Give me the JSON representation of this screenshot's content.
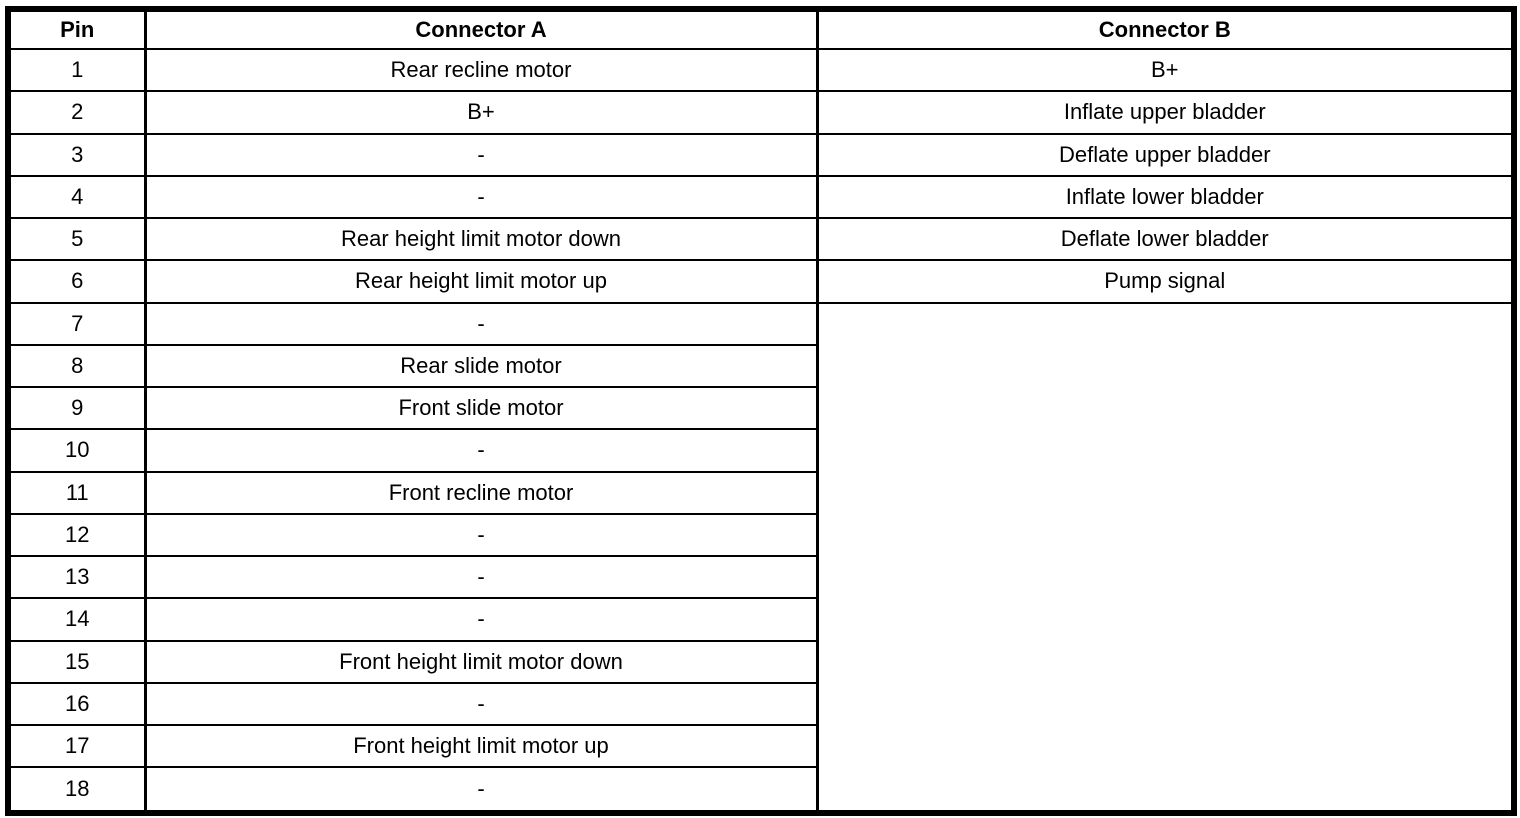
{
  "table": {
    "headers": {
      "pin": "Pin",
      "connector_a": "Connector A",
      "connector_b": "Connector B"
    },
    "rows": [
      {
        "pin": "1",
        "a": "Rear recline motor",
        "b": "B+"
      },
      {
        "pin": "2",
        "a": "B+",
        "b": "Inflate upper bladder"
      },
      {
        "pin": "3",
        "a": "-",
        "b": "Deflate upper bladder"
      },
      {
        "pin": "4",
        "a": "-",
        "b": "Inflate lower bladder"
      },
      {
        "pin": "5",
        "a": "Rear height limit motor down",
        "b": "Deflate lower bladder"
      },
      {
        "pin": "6",
        "a": "Rear height limit motor up",
        "b": "Pump signal"
      },
      {
        "pin": "7",
        "a": "-"
      },
      {
        "pin": "8",
        "a": "Rear slide motor"
      },
      {
        "pin": "9",
        "a": "Front slide motor"
      },
      {
        "pin": "10",
        "a": "-"
      },
      {
        "pin": "11",
        "a": "Front recline motor"
      },
      {
        "pin": "12",
        "a": "-"
      },
      {
        "pin": "13",
        "a": "-"
      },
      {
        "pin": "14",
        "a": "-"
      },
      {
        "pin": "15",
        "a": "Front height limit motor down"
      },
      {
        "pin": "16",
        "a": "-"
      },
      {
        "pin": "17",
        "a": "Front height limit motor up"
      },
      {
        "pin": "18",
        "a": "-"
      }
    ]
  }
}
